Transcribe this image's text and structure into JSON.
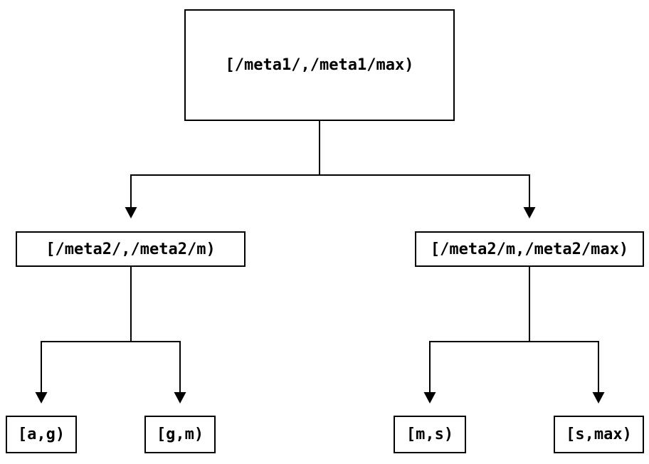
{
  "diagram": {
    "type": "tree",
    "colors": {
      "background": "#ffffff",
      "line": "#000000",
      "text": "#000000",
      "node_fill": "#ffffff",
      "node_border": "#000000"
    },
    "nodes": {
      "root": {
        "id": "root",
        "label": "[/meta1/,/meta1/max)"
      },
      "left": {
        "id": "left",
        "label": "[/meta2/,/meta2/m)"
      },
      "right": {
        "id": "right",
        "label": "[/meta2/m,/meta2/max)"
      },
      "leaf_ag": {
        "id": "leaf_ag",
        "label": "[a,g)"
      },
      "leaf_gm": {
        "id": "leaf_gm",
        "label": "[g,m)"
      },
      "leaf_ms": {
        "id": "leaf_ms",
        "label": "[m,s)"
      },
      "leaf_smax": {
        "id": "leaf_smax",
        "label": "[s,max)"
      }
    },
    "edges": [
      {
        "from": "root",
        "to": "left",
        "arrow": "down"
      },
      {
        "from": "root",
        "to": "right",
        "arrow": "down"
      },
      {
        "from": "left",
        "to": "leaf_ag",
        "arrow": "down"
      },
      {
        "from": "left",
        "to": "leaf_gm",
        "arrow": "down"
      },
      {
        "from": "right",
        "to": "leaf_ms",
        "arrow": "down"
      },
      {
        "from": "right",
        "to": "leaf_smax",
        "arrow": "down"
      }
    ]
  }
}
